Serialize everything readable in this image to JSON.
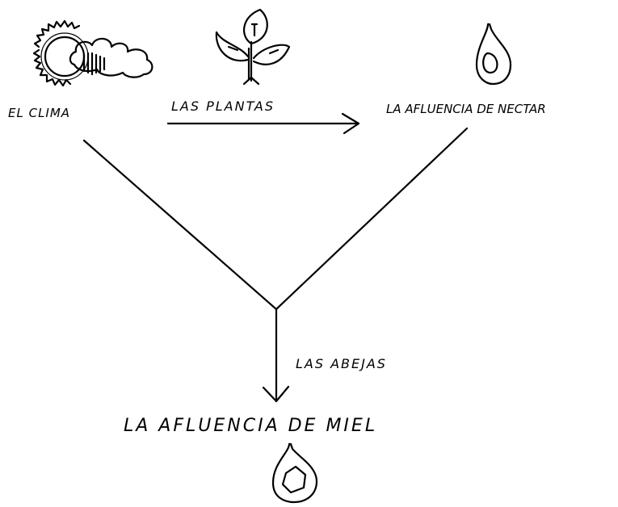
{
  "diagram": {
    "labels": {
      "clima": "EL CLIMA",
      "plantas": "LAS PLANTAS",
      "nectar": "LA AFLUENCIA DE NECTAR",
      "abejas": "LAS ABEJAS",
      "miel": "LA AFLUENCIA DE MIEL"
    },
    "icons": [
      "sun-cloud-icon",
      "plant-icon",
      "nectar-drop-icon",
      "honey-drop-icon"
    ],
    "colors": {
      "ink": "#000000",
      "background": "#ffffff"
    }
  }
}
